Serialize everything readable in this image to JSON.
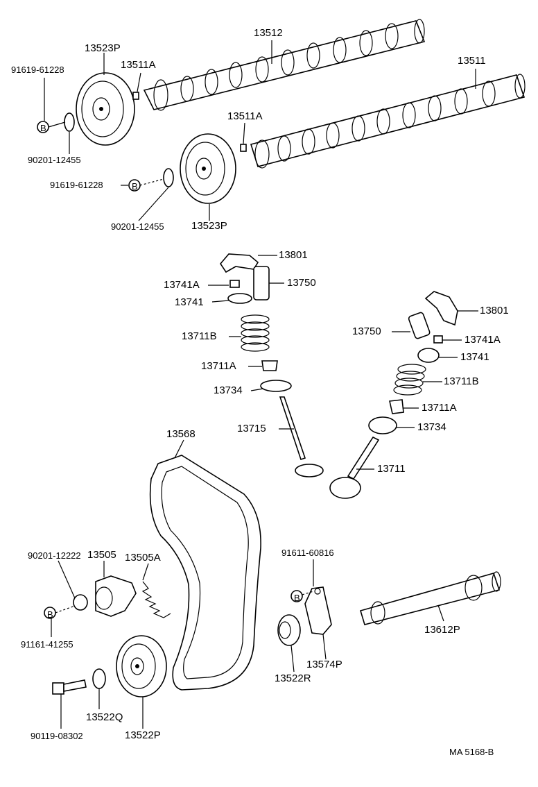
{
  "labels": {
    "p13512": "13512",
    "p13523P_top": "13523P",
    "p91619_top": "91619-61228",
    "p13511A_top": "13511A",
    "p13511": "13511",
    "p13511A_mid": "13511A",
    "p90201_top": "90201-12455",
    "p91619_mid": "91619-61228",
    "p90201_mid": "90201-12455",
    "p13523P_mid": "13523P",
    "p13801_left": "13801",
    "p13741A_left": "13741A",
    "p13750_left": "13750",
    "p13741_left": "13741",
    "p13711B_left": "13711B",
    "p13711A_left": "13711A",
    "p13734_left": "13734",
    "p13715": "13715",
    "p13801_right": "13801",
    "p13750_right": "13750",
    "p13741A_right": "13741A",
    "p13741_right": "13741",
    "p13711B_right": "13711B",
    "p13711A_right": "13711A",
    "p13734_right": "13734",
    "p13711": "13711",
    "p13568": "13568",
    "p13505": "13505",
    "p90201_12222": "90201-12222",
    "p13505A": "13505A",
    "p91161": "91161-41255",
    "p91611": "91611-60816",
    "p13612P": "13612P",
    "p13574P": "13574P",
    "p13522R": "13522R",
    "p13522Q": "13522Q",
    "p90119": "90119-08302",
    "p13522P": "13522P",
    "footer": "MA  5168-B"
  },
  "bolt_marker": "B"
}
